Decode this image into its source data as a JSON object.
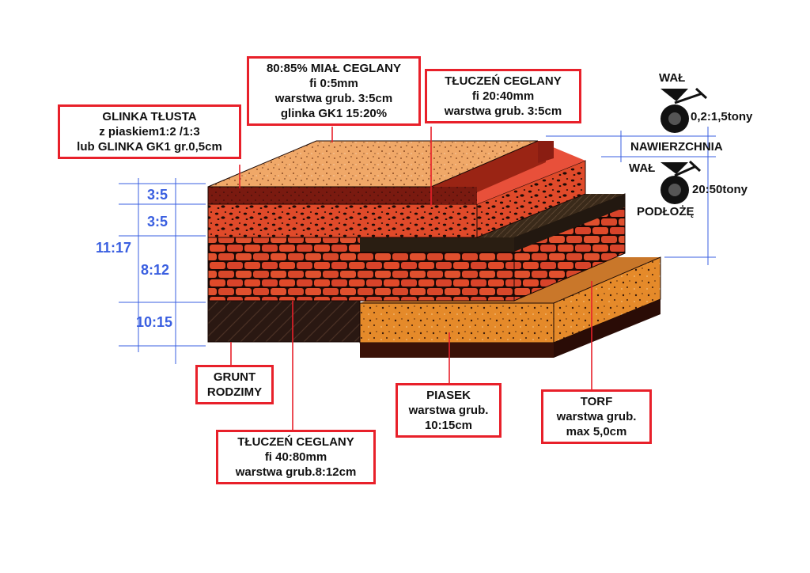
{
  "labels": {
    "glinka": [
      "GLINKA TŁUSTA",
      "z piaskiem1:2 /1:3",
      "lub GLINKA GK1 gr.0,5cm"
    ],
    "mial": [
      "80:85% MIAŁ CEGLANY",
      "fi 0:5mm",
      "warstwa grub. 3:5cm",
      "glinka GK1 15:20%"
    ],
    "tluczen_top": [
      "TŁUCZEŃ CEGLANY",
      "fi 20:40mm",
      "warstwa grub. 3:5cm"
    ],
    "grunt": [
      "GRUNT",
      "RODZIMY"
    ],
    "tluczen_bottom": [
      "TŁUCZEŃ CEGLANY",
      "fi 40:80mm",
      "warstwa grub.8:12cm"
    ],
    "piasek": [
      "PIASEK",
      "warstwa grub.",
      "10:15cm"
    ],
    "torf": [
      "TORF",
      "warstwa grub.",
      "max 5,0cm"
    ]
  },
  "dimensions": {
    "d1": "3:5",
    "d2": "3:5",
    "d3": "11:17",
    "d4": "8:12",
    "d5": "10:15"
  },
  "right": {
    "wal1": "WAŁ",
    "wal1_weight": "0,2:1,5tony",
    "nawierzchnia": "NAWIERZCHNIA",
    "wal2": "WAŁ",
    "wal2_weight": "20:50tony",
    "podloze": "PODŁOŻĘ"
  },
  "colors": {
    "label_border": "#e8202a",
    "dimension_text": "#3a5fe0",
    "mial_top": "#f0a868",
    "brick_red": "#d8472a",
    "dark_red": "#8a1d12",
    "sand": "#e58a2a",
    "peat": "#3a2a1a",
    "soil": "#2a1812"
  }
}
